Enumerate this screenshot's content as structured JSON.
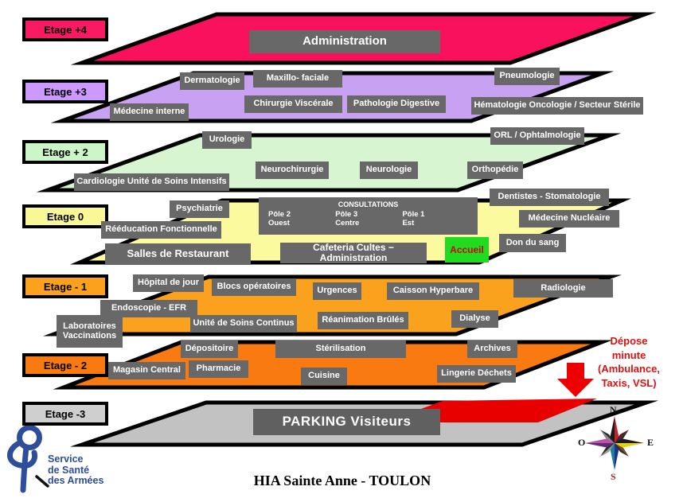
{
  "title": "HIA Sainte Anne - TOULON",
  "logo": {
    "l1": "Service",
    "l2": "de Santé",
    "l3": "des Armées"
  },
  "floors": [
    {
      "label": "Etage +4",
      "color": "#F9115E"
    },
    {
      "label": "Etage +3",
      "color": "#CC99FF"
    },
    {
      "label": "Etage + 2",
      "color": "#CCF5C8"
    },
    {
      "label": "Etage  0",
      "color": "#FAF896"
    },
    {
      "label": "Etage - 1",
      "color": "#FAA21D"
    },
    {
      "label": "Etage - 2",
      "color": "#F97A10"
    },
    {
      "label": "Etage -3",
      "color": "#C8C8C8"
    }
  ],
  "rooms": {
    "administration": "Administration",
    "dermatologie": "Dermatologie",
    "maxillo": "Maxillo- faciale",
    "pneumologie": "Pneumologie",
    "medecine_interne": "Médecine interne",
    "chirurgie_viscerale": "Chirurgie Viscérale",
    "pathologie_digestive": "Pathologie Digestive",
    "hematologie": "Hématologie Oncologie / Secteur Stérile",
    "urologie": "Urologie",
    "orl": "ORL / Ophtalmologie",
    "neurochirurgie": "Neurochirurgie",
    "neurologie": "Neurologie",
    "orthopedie": "Orthopédie",
    "cardiologie": "Cardiologie Unité de Soins Intensifs",
    "psychiatrie": "Psychiatrie",
    "dentistes": "Dentistes - Stomatologie",
    "medecine_nucleaire": "Médecine Nucléaire",
    "reeducation": "Rééducation Fonctionnelle",
    "don_du_sang": "Don du sang",
    "salles_restaurant": "Salles de Restaurant",
    "cafeteria": "Cafeteria Cultes − Administration",
    "accueil": "Accueil",
    "hopital_jour": "Hôpital de jour",
    "blocs": "Blocs opératoires",
    "urgences": "Urgences",
    "caisson": "Caisson Hyperbare",
    "radiologie": "Radiologie",
    "endoscopie": "Endoscopie - EFR",
    "laboratoires": "Laboratoires Vaccinations",
    "unite_soins_continus": "Unité de Soins Continus",
    "reanimation": "Réanimation Brûlés",
    "dialyse": "Dialyse",
    "depositoire": "Dépositoire",
    "sterilisation": "Stérilisation",
    "archives": "Archives",
    "magasin_central": "Magasin Central",
    "pharmacie": "Pharmacie",
    "cuisine": "Cuisine",
    "lingerie": "Lingerie Déchets",
    "parking": "PARKING Visiteurs"
  },
  "consultations": {
    "title": "CONSULTATIONS",
    "p2": {
      "name": "Pôle  2",
      "region": "Ouest"
    },
    "p3": {
      "name": "Pôle 3",
      "region": "Centre"
    },
    "p1": {
      "name": "Pôle 1",
      "region": "Est"
    }
  },
  "depose": {
    "l1": "Dépose",
    "l2": "minute",
    "l3": "(Ambulance,",
    "l4": "Taxis, VSL)"
  },
  "compass": {
    "north": "N",
    "south": "S",
    "east": "E",
    "west": "O"
  },
  "colors": {
    "room_bg": "#686868",
    "accueil_bg": "#21DB21",
    "accent_red": "#E01010",
    "logo_blue": "#2E4D9B"
  }
}
